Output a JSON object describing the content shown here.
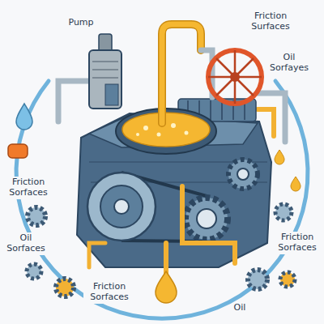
{
  "diagram": {
    "labels": [
      "Pump",
      "Friction Surfaces",
      "Oil Sorfayes",
      "Friction Sorfaces",
      "Oil Sorfaces",
      "Friction Sorfaces",
      "Friction Sorfaces",
      "Oil"
    ]
  }
}
